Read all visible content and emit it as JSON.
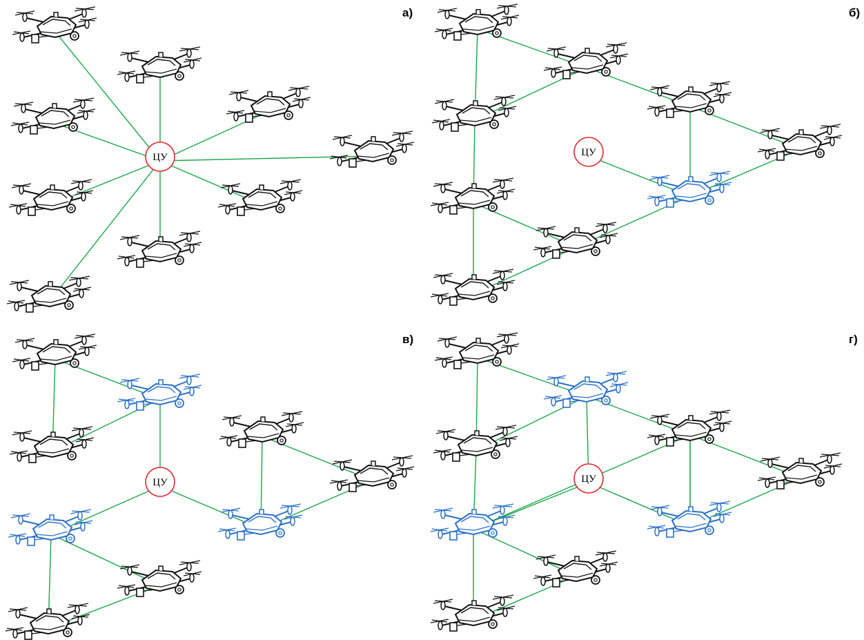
{
  "colors": {
    "link": "#1aa64a",
    "control_center": "#e0262c",
    "drone": "#111111",
    "relay_drone": "#2a6fc9",
    "background": "#ffffff"
  },
  "control_center_label": "ЦУ",
  "panels": [
    {
      "id": "a",
      "label": "а)",
      "drones": [
        {
          "relay": false
        },
        {
          "relay": false
        },
        {
          "relay": false
        },
        {
          "relay": false
        },
        {
          "relay": false
        },
        {
          "relay": false
        },
        {
          "relay": false
        },
        {
          "relay": false
        },
        {
          "relay": false
        }
      ],
      "links": [
        [
          "cu",
          0
        ],
        [
          "cu",
          1
        ],
        [
          "cu",
          2
        ],
        [
          "cu",
          3
        ],
        [
          "cu",
          4
        ],
        [
          "cu",
          5
        ],
        [
          "cu",
          6
        ],
        [
          "cu",
          7
        ],
        [
          "cu",
          8
        ]
      ]
    },
    {
      "id": "b",
      "label": "б)",
      "drones": [
        {
          "relay": false
        },
        {
          "relay": false
        },
        {
          "relay": false
        },
        {
          "relay": false
        },
        {
          "relay": false
        },
        {
          "relay": false
        },
        {
          "relay": false
        },
        {
          "relay": false
        },
        {
          "relay": true
        }
      ],
      "links": [
        [
          0,
          1
        ],
        [
          0,
          2
        ],
        [
          1,
          2
        ],
        [
          1,
          3
        ],
        [
          2,
          5
        ],
        [
          3,
          4
        ],
        [
          3,
          8
        ],
        [
          4,
          8
        ],
        [
          5,
          6
        ],
        [
          5,
          7
        ],
        [
          6,
          8
        ],
        [
          7,
          6
        ],
        [
          "cu",
          8
        ]
      ]
    },
    {
      "id": "c",
      "label": "в)",
      "drones": [
        {
          "relay": false
        },
        {
          "relay": true
        },
        {
          "relay": false
        },
        {
          "relay": false
        },
        {
          "relay": false
        },
        {
          "relay": true
        },
        {
          "relay": true
        },
        {
          "relay": false
        },
        {
          "relay": false
        }
      ],
      "links": [
        [
          0,
          1
        ],
        [
          0,
          2
        ],
        [
          1,
          2
        ],
        [
          "cu",
          1
        ],
        [
          "cu",
          5
        ],
        [
          "cu",
          6
        ],
        [
          3,
          4
        ],
        [
          3,
          5
        ],
        [
          4,
          5
        ],
        [
          6,
          7
        ],
        [
          6,
          8
        ],
        [
          7,
          8
        ]
      ]
    },
    {
      "id": "d",
      "label": "г)",
      "drones": [
        {
          "relay": false
        },
        {
          "relay": true
        },
        {
          "relay": false
        },
        {
          "relay": false
        },
        {
          "relay": false
        },
        {
          "relay": true
        },
        {
          "relay": true
        },
        {
          "relay": false
        },
        {
          "relay": false
        },
        {
          "relay": false
        }
      ],
      "links": [
        [
          0,
          1
        ],
        [
          0,
          2
        ],
        [
          1,
          2
        ],
        [
          1,
          3
        ],
        [
          "cu",
          1
        ],
        [
          "cu",
          5
        ],
        [
          "cu",
          6
        ],
        [
          2,
          6
        ],
        [
          3,
          4
        ],
        [
          3,
          5
        ],
        [
          4,
          5
        ],
        [
          5,
          9
        ],
        [
          6,
          7
        ],
        [
          6,
          8
        ],
        [
          7,
          8
        ],
        [
          9,
          6
        ]
      ]
    }
  ]
}
